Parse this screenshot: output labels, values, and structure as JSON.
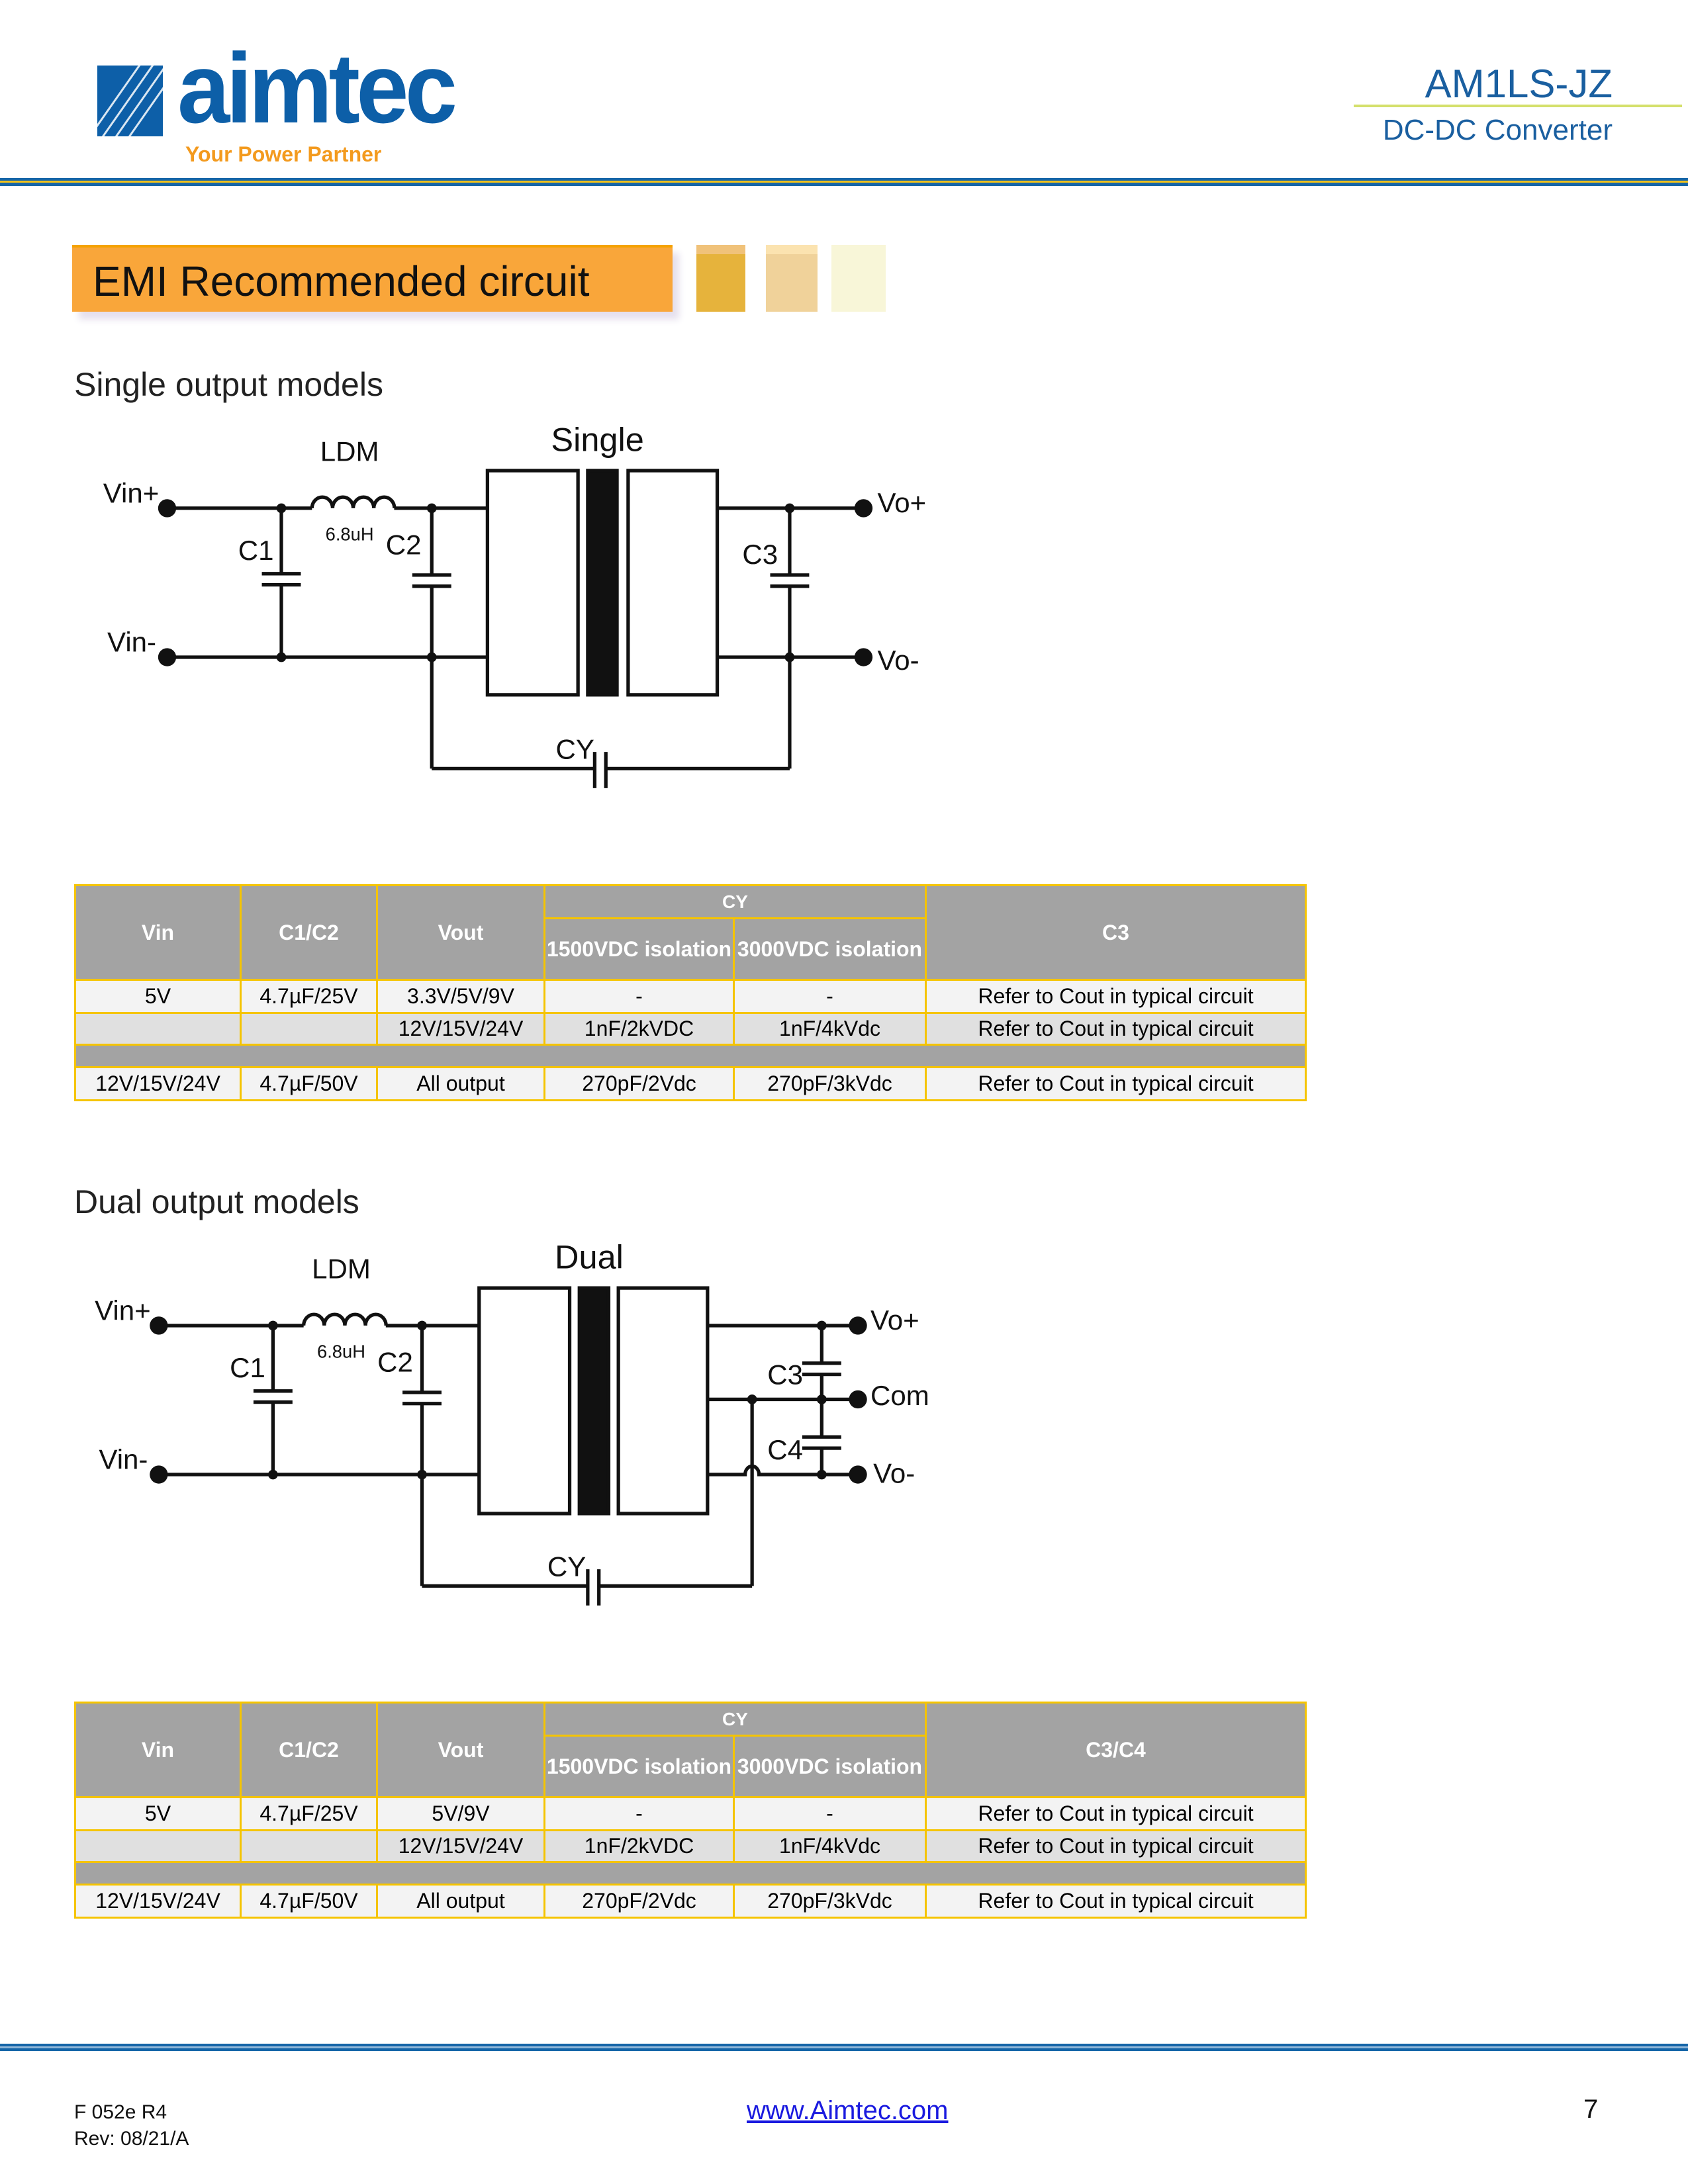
{
  "header": {
    "brand": "aimtec",
    "tagline": "Your Power Partner",
    "model": "AM1LS-JZ",
    "subtitle": "DC-DC Converter"
  },
  "section_title": "EMI Recommended circuit",
  "single": {
    "heading": "Single output models",
    "circuit": {
      "block": "Single",
      "vin_pos": "Vin+",
      "vin_neg": "Vin-",
      "ldm": "LDM",
      "ldm_value": "6.8uH",
      "c1": "C1",
      "c2": "C2",
      "c3": "C3",
      "cy": "CY",
      "vo_pos": "Vo+",
      "vo_neg": "Vo-"
    },
    "table": {
      "headers": {
        "vin": "Vin",
        "c12": "C1/C2",
        "vout": "Vout",
        "cy": "CY",
        "cy1": "1500VDC isolation",
        "cy2": "3000VDC isolation",
        "c3": "C3"
      },
      "rows": [
        [
          "5V",
          "4.7µF/25V",
          "3.3V/5V/9V",
          "-",
          "-",
          "Refer to Cout in typical circuit"
        ],
        [
          "",
          "",
          "12V/15V/24V",
          "1nF/2kVDC",
          "1nF/4kVdc",
          "Refer to Cout in typical circuit"
        ],
        [
          "12V/15V/24V",
          "4.7µF/50V",
          "All output",
          "270pF/2Vdc",
          "270pF/3kVdc",
          "Refer to Cout in typical circuit"
        ]
      ]
    }
  },
  "dual": {
    "heading": "Dual output models",
    "circuit": {
      "block": "Dual",
      "vin_pos": "Vin+",
      "vin_neg": "Vin-",
      "ldm": "LDM",
      "ldm_value": "6.8uH",
      "c1": "C1",
      "c2": "C2",
      "c3": "C3",
      "c4": "C4",
      "cy": "CY",
      "vo_pos": "Vo+",
      "com": "Com",
      "vo_neg": "Vo-"
    },
    "table": {
      "headers": {
        "vin": "Vin",
        "c12": "C1/C2",
        "vout": "Vout",
        "cy": "CY",
        "cy1": "1500VDC isolation",
        "cy2": "3000VDC isolation",
        "c3": "C3/C4"
      },
      "rows": [
        [
          "5V",
          "4.7µF/25V",
          "5V/9V",
          "-",
          "-",
          "Refer to Cout in typical circuit"
        ],
        [
          "",
          "",
          "12V/15V/24V",
          "1nF/2kVDC",
          "1nF/4kVdc",
          "Refer to Cout in typical circuit"
        ],
        [
          "12V/15V/24V",
          "4.7µF/50V",
          "All output",
          "270pF/2Vdc",
          "270pF/3kVdc",
          "Refer to Cout in typical circuit"
        ]
      ]
    }
  },
  "footer": {
    "form": "F 052e R4",
    "rev": "Rev: 08/21/A",
    "website": "www.Aimtec.com",
    "page": "7"
  },
  "colors": {
    "brand_blue": "#0d5fa8",
    "orange": "#f9a63a",
    "table_border": "#f5c400",
    "header_gray": "#a3a3a3"
  }
}
